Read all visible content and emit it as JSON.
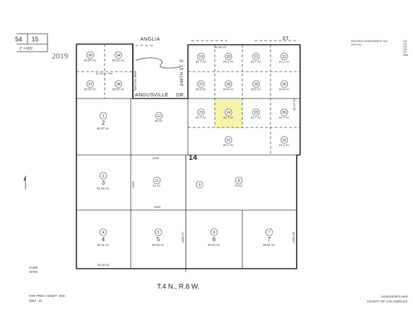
{
  "header": {
    "book": "54",
    "page": "15",
    "scale": "1\" = 600'",
    "year": "2019",
    "legend_lines": [
      "REVISED ASSESSMENT NO.",
      "2019 ed."
    ],
    "legend_codes": [
      "700",
      "720",
      "735",
      "745",
      "757",
      "2808"
    ]
  },
  "roads": {
    "anglia": "ANGLIA",
    "st": "ST.",
    "angusville": "ANGUSVILLE",
    "dr": "DR.",
    "street_248": "248TH ST. E",
    "tract": "Tract No. 66##"
  },
  "section": "14",
  "highlight_color": "#f6f4a8",
  "parcels": [
    {
      "id": "36",
      "acres": "10.07 Ac."
    },
    {
      "id": "34",
      "acres": "40.21 Ac."
    },
    {
      "id": "37",
      "acres": "10.07 Ac."
    },
    {
      "id": "38",
      "acres": "10.07 Ac."
    },
    {
      "id": "19",
      "acres": "10.7 Ac."
    },
    {
      "id": "20",
      "acres": "10.7 Ac."
    },
    {
      "id": "21",
      "acres": "10.7 Ac."
    },
    {
      "id": "22",
      "acres": "10.7 Ac."
    },
    {
      "id": "27",
      "acres": "10.6 Ac."
    },
    {
      "id": "28",
      "acres": "10.6 Ac."
    },
    {
      "id": "29",
      "acres": "10.6 Ac."
    },
    {
      "id": "30",
      "acres": "10.6 Ac."
    },
    {
      "id": "23",
      "acres": "10.7 Ac."
    },
    {
      "id": "24",
      "acres": "10.7 Ac."
    },
    {
      "id": "25",
      "acres": "10.7 Ac."
    },
    {
      "id": "26",
      "acres": "10.7 Ac."
    },
    {
      "id": "31",
      "acres": "30 ± Ac."
    },
    {
      "id": "32",
      "acres": "15 ± Ac."
    },
    {
      "id": "2",
      "label": "2",
      "acres": "80.07 Ac."
    },
    {
      "id": "12",
      "acres": "40 Ac."
    },
    {
      "id": "3",
      "label": "3",
      "acres": "81.46 Ac."
    },
    {
      "id": "11",
      "acres": "51 Ac."
    },
    {
      "id": "8",
      "acres": "79 Ac."
    },
    {
      "id": "9",
      "acres": ""
    },
    {
      "id": "4",
      "label": "4",
      "acres": "40.11 Ac."
    },
    {
      "id": "5",
      "label": "5",
      "acres": "39.63 Ac."
    },
    {
      "id": "6",
      "label": "6",
      "acres": "39.55 Ac."
    },
    {
      "id": "7",
      "label": "7",
      "acres": "39.61 Ac."
    }
  ],
  "dimensions": {
    "top": "20.00 ch",
    "top_left": "40.29 Ac. Rec.",
    "left_mid": "1320",
    "mid_a": "1320",
    "mid_b": "1320",
    "bottom_left": "20.18 ch",
    "vertical_mid": "1326.17",
    "right_a": "20.07 ch",
    "right_b": "1320.46"
  },
  "footer": {
    "code_label": "CODE",
    "code": "16784",
    "township": "T.4 N., R.8 W.",
    "prev_label": "FOR PREV. ASSM'T. SEE:",
    "prev_ref": "3064 - 15",
    "assessor": "ASSESSOR'S MAP",
    "county": "COUNTY OF LOS ANGELES."
  }
}
